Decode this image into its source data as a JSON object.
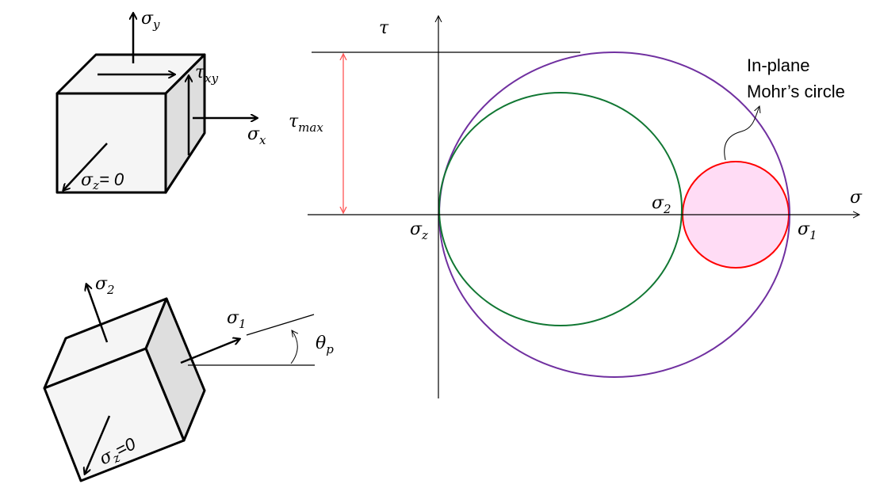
{
  "labels": {
    "sigma": "σ",
    "tau": "τ",
    "sigma_y_sub": "y",
    "sigma_x_sub": "x",
    "tau_xy_sub": "xy",
    "sigma_z_sub": "z",
    "sigma_z_zero": "= 0",
    "sigma_z_zero_rot": "=0",
    "sub_1": "1",
    "sub_2": "2",
    "theta": "θ",
    "theta_sub": "p",
    "tau_max_sub": "max",
    "annotation_line1": "In-plane",
    "annotation_line2": "Mohr’s circle"
  },
  "colors": {
    "outer_circle": "#7030a0",
    "middle_circle": "#117733",
    "inplane_circle": "#ff0000",
    "inplane_fill": "#ffdcf5",
    "tau_max_arrow": "#ff6666"
  }
}
